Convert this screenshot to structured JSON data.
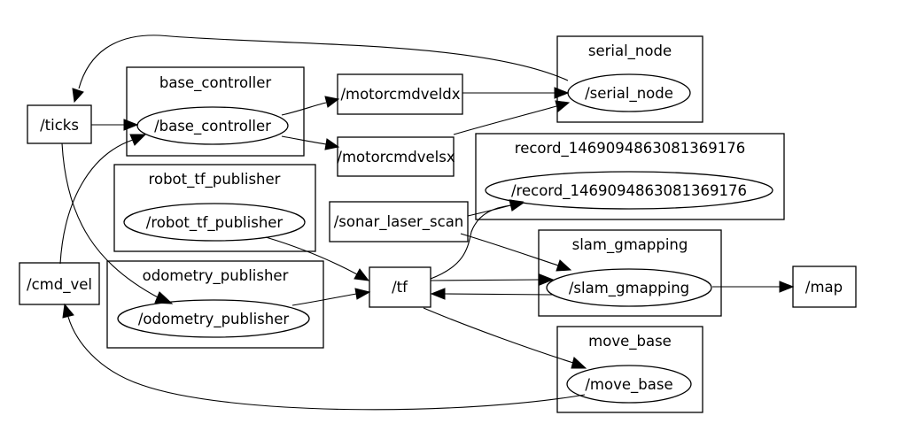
{
  "clusters": {
    "base_controller": "base_controller",
    "serial_node": "serial_node",
    "record": "record_1469094863081369176",
    "robot_tf_publisher": "robot_tf_publisher",
    "odometry_publisher": "odometry_publisher",
    "slam_gmapping": "slam_gmapping",
    "move_base": "move_base"
  },
  "nodes": {
    "base_controller": "/base_controller",
    "serial_node": "/serial_node",
    "record": "/record_1469094863081369176",
    "robot_tf_publisher": "/robot_tf_publisher",
    "odometry_publisher": "/odometry_publisher",
    "slam_gmapping": "/slam_gmapping",
    "move_base": "/move_base"
  },
  "topics": {
    "ticks": "/ticks",
    "cmd_vel": "/cmd_vel",
    "motorcmdveldx": "/motorcmdveldx",
    "motorcmdvelsx": "/motorcmdvelsx",
    "sonar_laser_scan": "/sonar_laser_scan",
    "tf": "/tf",
    "map": "/map"
  },
  "edges": [
    {
      "from": "/ticks",
      "to": "/base_controller"
    },
    {
      "from": "/ticks",
      "to": "/odometry_publisher"
    },
    {
      "from": "/cmd_vel",
      "to": "/base_controller"
    },
    {
      "from": "/base_controller",
      "to": "/motorcmdveldx"
    },
    {
      "from": "/base_controller",
      "to": "/motorcmdvelsx"
    },
    {
      "from": "/motorcmdveldx",
      "to": "/serial_node"
    },
    {
      "from": "/motorcmdvelsx",
      "to": "/serial_node"
    },
    {
      "from": "/serial_node",
      "to": "/ticks"
    },
    {
      "from": "/robot_tf_publisher",
      "to": "/tf"
    },
    {
      "from": "/odometry_publisher",
      "to": "/tf"
    },
    {
      "from": "/sonar_laser_scan",
      "to": "/record_1469094863081369176"
    },
    {
      "from": "/sonar_laser_scan",
      "to": "/slam_gmapping"
    },
    {
      "from": "/tf",
      "to": "/record_1469094863081369176"
    },
    {
      "from": "/tf",
      "to": "/slam_gmapping"
    },
    {
      "from": "/slam_gmapping",
      "to": "/tf"
    },
    {
      "from": "/tf",
      "to": "/move_base"
    },
    {
      "from": "/slam_gmapping",
      "to": "/map"
    },
    {
      "from": "/move_base",
      "to": "/cmd_vel"
    }
  ]
}
